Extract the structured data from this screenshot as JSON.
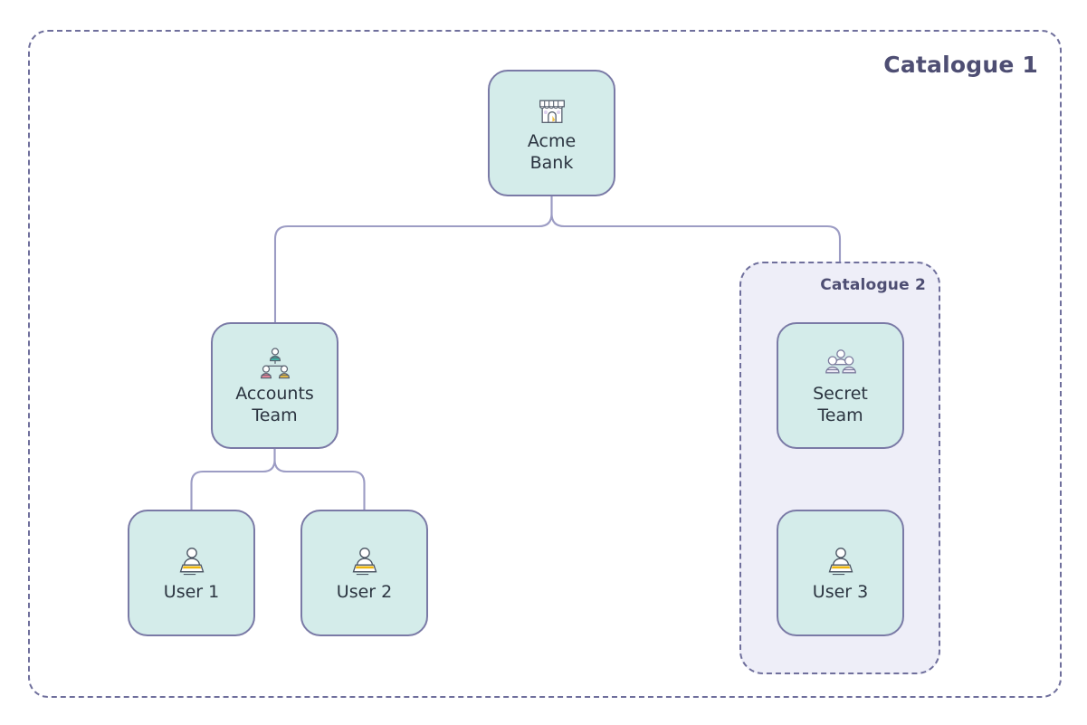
{
  "diagram": {
    "title": "Catalogue 1",
    "background": "#ffffff",
    "colors": {
      "node_fill": "#d4ecea",
      "node_border": "#7a7aa6",
      "container_border": "#6f6f9c",
      "container_fill": "#eeeef8",
      "edge": "#9c9cc4",
      "title_text": "#4e4e73",
      "node_text": "#2b3440"
    }
  },
  "containers": [
    {
      "id": "catalogue-1",
      "title": "Catalogue 1",
      "style": "dashed"
    },
    {
      "id": "catalogue-2",
      "title": "Catalogue 2",
      "style": "dashed"
    }
  ],
  "nodes": [
    {
      "id": "acme-bank",
      "label": "Acme\nBank",
      "icon": "storefront-icon"
    },
    {
      "id": "accounts-team",
      "label": "Accounts\nTeam",
      "icon": "org-hierarchy-icon"
    },
    {
      "id": "secret-team",
      "label": "Secret\nTeam",
      "icon": "user-group-icon"
    },
    {
      "id": "user-1",
      "label": "User 1",
      "icon": "user-laptop-icon"
    },
    {
      "id": "user-2",
      "label": "User 2",
      "icon": "user-laptop-icon"
    },
    {
      "id": "user-3",
      "label": "User 3",
      "icon": "user-laptop-icon"
    }
  ],
  "edges": [
    {
      "from": "acme-bank",
      "to": "accounts-team"
    },
    {
      "from": "acme-bank",
      "to": "catalogue-2"
    },
    {
      "from": "accounts-team",
      "to": "user-1"
    },
    {
      "from": "accounts-team",
      "to": "user-2"
    }
  ]
}
